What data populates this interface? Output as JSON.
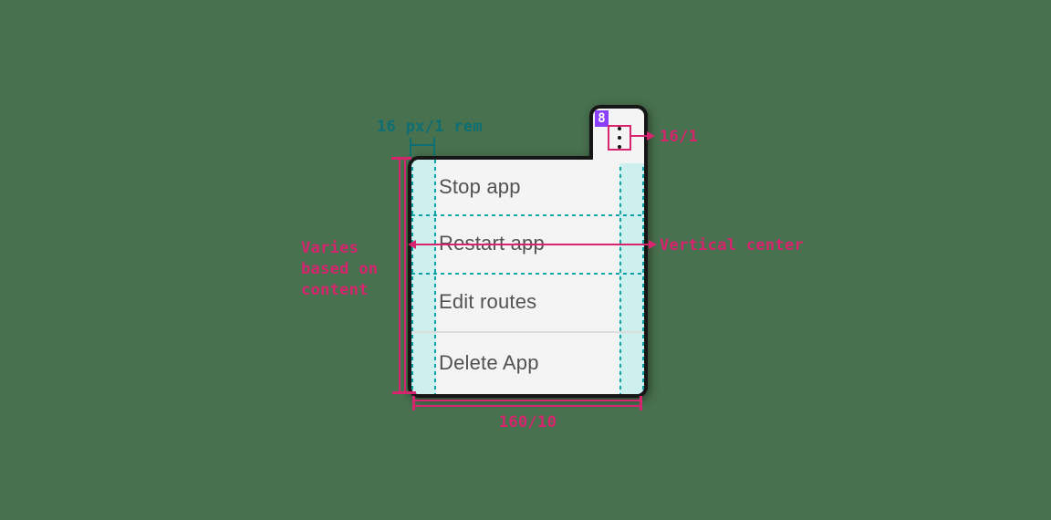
{
  "menu": {
    "items": [
      "Stop app",
      "Restart app",
      "Edit routes",
      "Delete App"
    ],
    "badge_number": "8"
  },
  "annotations": {
    "padding_label": "16 px/1 rem",
    "kebab_size_label": "16/1",
    "vertical_center_label": "Vertical center",
    "height_varies_label": "Varies based on content",
    "width_label": "160/10"
  },
  "colors": {
    "background": "#48714f",
    "annotation_pink": "#d6246e",
    "annotation_teal": "#0d6e74",
    "guide_dash_teal": "#0ba3a3",
    "guide_fill_cyan": "#cdf0ef",
    "badge_purple": "#8a3ffc",
    "menu_surface": "#f4f4f4",
    "menu_text": "#525252",
    "outline_black": "#161616",
    "divider_gray": "#dcdcdc"
  }
}
